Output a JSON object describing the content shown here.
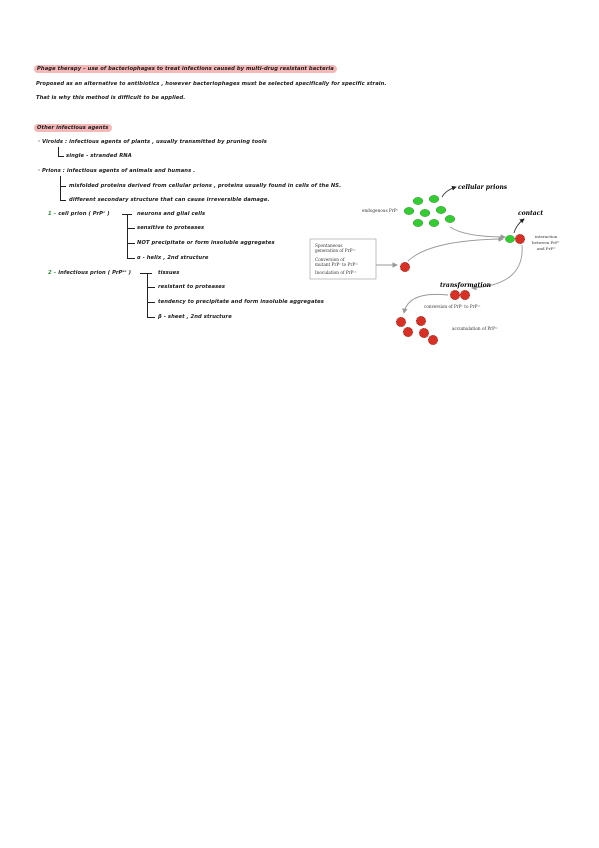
{
  "phage": {
    "heading": "Phage therapy – use of bacteriophages to treat infections caused by multi-drug resistant bacteria",
    "line2": "Proposed as an alternative to antibiotics , however bacteriophages must be selected specifically for specific strain.",
    "line3": "That is why this method is difficult to be applied."
  },
  "other": {
    "heading": "Other infectious agents",
    "viroids": "· Viroids : infectious agents of plants , usually transmitted by pruning tools",
    "viroids_sub": "single - stranded RNA",
    "prions": "· Prions : infectious agents of animals and humans .",
    "prions_sub1": "misfolded proteins derived from cellular prions , proteins usually found in cells of the NS.",
    "prions_sub2": "different secondary structure that can cause irreversible damage.",
    "cell_prion": {
      "label_num": "1 –",
      "label": "cell prion ( PrPᶜ )",
      "items": [
        "neurons and glial cells",
        "sensitive to proteases",
        "NOT precipitate or form insoluble aggregates",
        "α - helix , 2nd structure"
      ]
    },
    "inf_prion": {
      "label_num": "2 –",
      "label": "infectious prion ( PrPˢᶜ )",
      "items": [
        "tissues",
        "resistant to proteases",
        "tendency to precipitate and form insoluble aggregates",
        "β - sheet , 2nd structure"
      ]
    }
  },
  "diagram": {
    "cellular_prions": "cellular prions",
    "endogenous": "endogenous PrPᶜ",
    "contact": "contact",
    "interaction_1": "interaction",
    "interaction_2": "between PrPᶜ",
    "interaction_3": "and PrPˢᶜ",
    "box_1": "Spontaneous",
    "box_2": "generation of PrPˢᶜ",
    "box_3": "Conversion of",
    "box_4": "mutant PrPᶜ to PrPˢᶜ",
    "box_5": "Inoculation of PrPˢᶜ",
    "transformation": "transformation",
    "conversion": "conversion of PrPᶜ to PrPˢᶜ",
    "accumulation": "accumulation of PrPˢᶜ",
    "colors": {
      "green": "#33cc33",
      "red": "#d93025",
      "arrow": "#999999"
    }
  }
}
